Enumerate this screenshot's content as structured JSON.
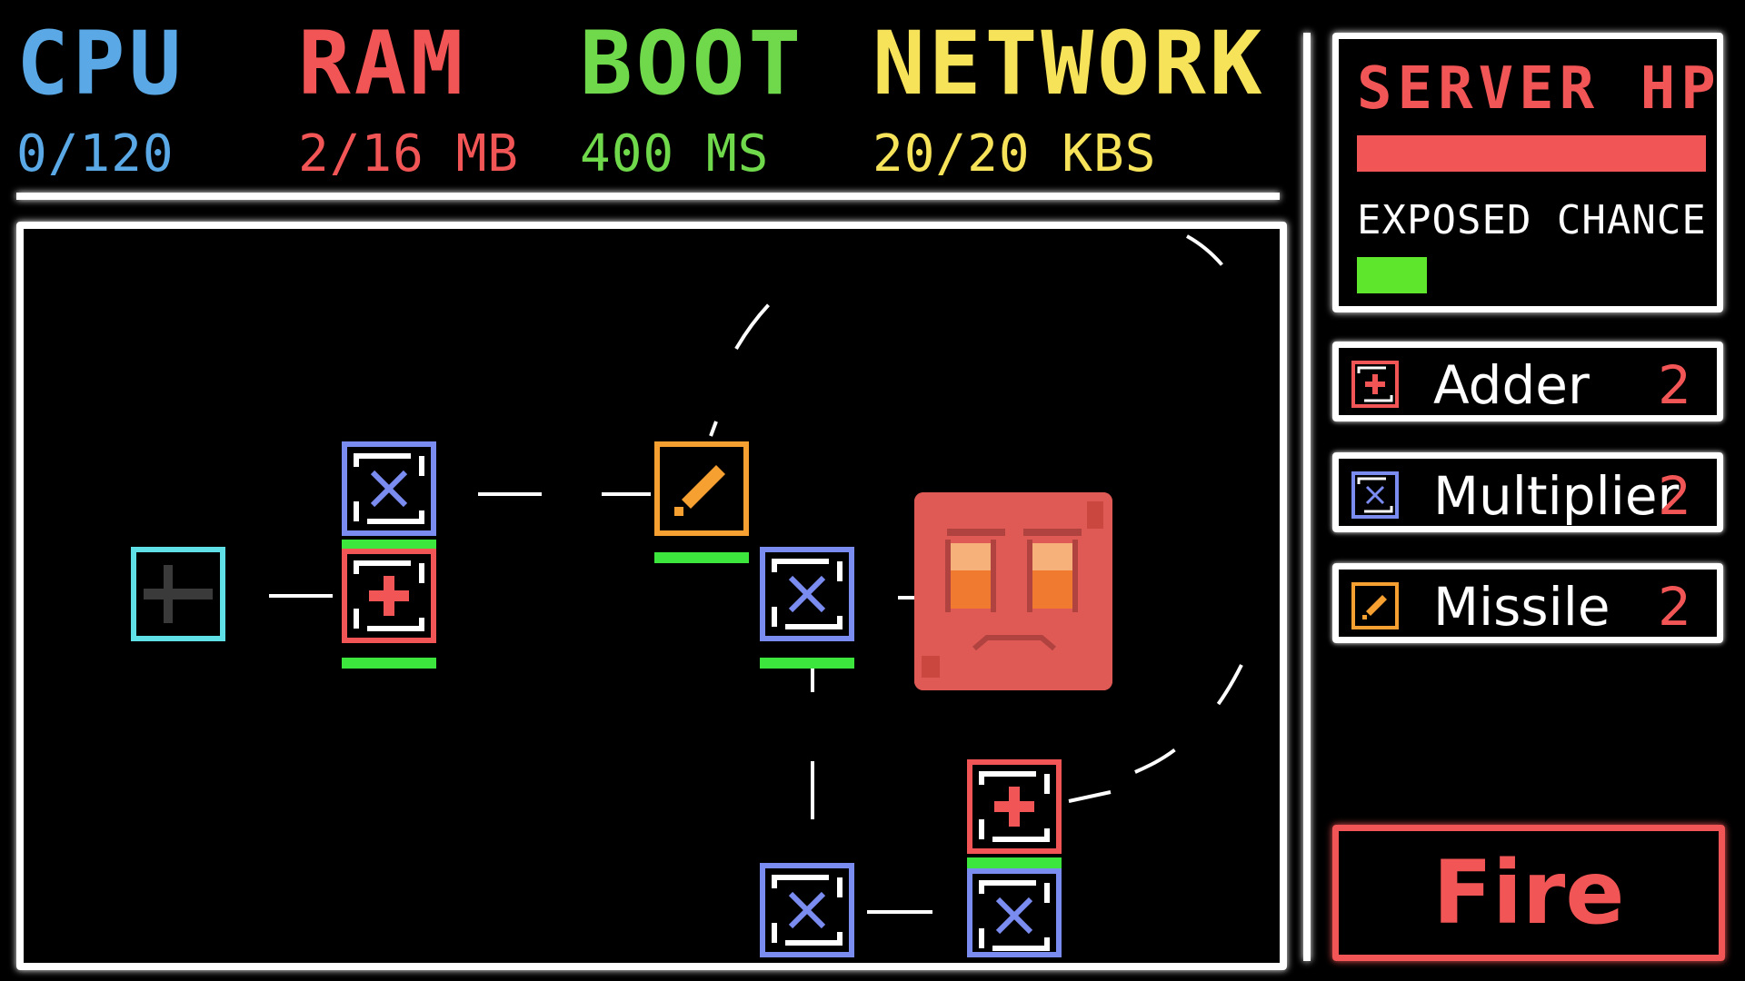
{
  "stats": {
    "cpu": {
      "label": "CPU",
      "value": "0/120",
      "color": "#5aa9e6"
    },
    "ram": {
      "label": "RAM",
      "value": "2/16 MB",
      "color": "#f25555"
    },
    "boot": {
      "label": "BOOT",
      "value": "400 MS",
      "color": "#6fd84b"
    },
    "network": {
      "label": "NETWORK",
      "value": "20/20 KBS",
      "color": "#f7e35a"
    }
  },
  "server": {
    "hp_label": "SERVER HP",
    "hp_fraction": 1.0,
    "exposed_label": "EXPOSED CHANCE",
    "exposed_fraction": 0.2
  },
  "inventory": [
    {
      "name": "Adder",
      "count": "2",
      "icon": "adder-icon",
      "color": "#f25555"
    },
    {
      "name": "Multiplier",
      "count": "2",
      "icon": "multiplier-icon",
      "color": "#7b8cf0"
    },
    {
      "name": "Missile",
      "count": "2",
      "icon": "missile-icon",
      "color": "#f5a030"
    }
  ],
  "fire_label": "Fire",
  "colors": {
    "adder": "#f25555",
    "multiplier": "#7b8cf0",
    "missile": "#f5a030",
    "source": "#5ee0e6",
    "progress": "#3de63d",
    "enemy": "#e05a55"
  }
}
